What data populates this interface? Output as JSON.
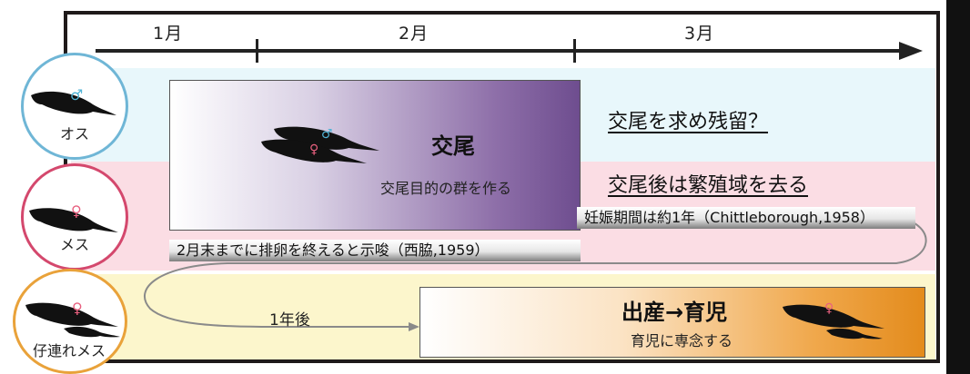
{
  "timeline": {
    "months": [
      "1月",
      "2月",
      "3月"
    ]
  },
  "groups": {
    "male": {
      "label": "オス",
      "symbol": "♂",
      "symbol_color": "#4fb3d6"
    },
    "female": {
      "label": "メス",
      "symbol": "♀",
      "symbol_color": "#e8607f"
    },
    "calf_female": {
      "label": "仔連れメス",
      "symbol": "♀",
      "symbol_color": "#e8607f"
    }
  },
  "mating": {
    "title": "交尾",
    "subtitle": "交尾目的の群を作る"
  },
  "male_note": "交尾を求め残留？",
  "female_note": "交尾後は繁殖域を去る",
  "gestation_note": "妊娠期間は約1年（Chittleborough,1958）",
  "ovulation_note": "2月末までに排卵を終えると示唆（西脇,1959）",
  "one_year_label": "1年後",
  "birth": {
    "title": "出産→育児",
    "subtitle": "育児に専念する"
  },
  "colors": {
    "male_band": "#e8f7fb",
    "female_band": "#fbdde4",
    "calf_band": "#fcf6cc",
    "mating_purple": "#6e4d8f",
    "birth_orange": "#e38b1c"
  }
}
